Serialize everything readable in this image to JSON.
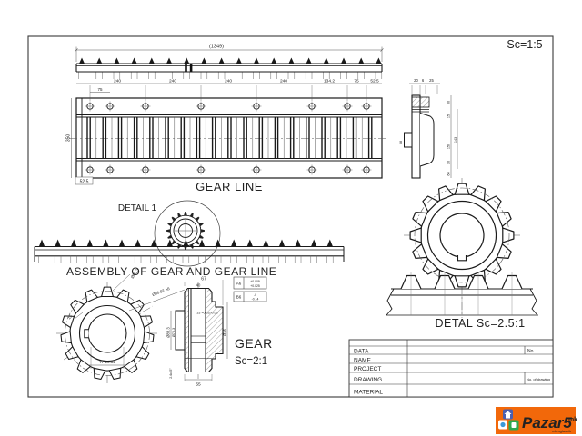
{
  "drawing": {
    "scale_main": "Sc=1:5",
    "labels": {
      "gear_line": "GEAR LINE",
      "detail1": "DETAIL 1",
      "assembly": "ASSEMBLY OF GEAR AND GEAR LINE",
      "gear": "GEAR",
      "gear_scale": "Sc=2:1",
      "detail_scale": "DETAL Sc=2.5:1"
    },
    "dims": {
      "rack_overall": "(1349)",
      "pitch1": "240",
      "pitch2": "240",
      "pitch3": "240",
      "pitch4": "240",
      "end_a": "134.2",
      "end_b": "75",
      "end_c": "52.5",
      "hole_pair": "75",
      "edge_box": "52.5",
      "rack_height": "350",
      "side_w1": "20",
      "side_w2": "6",
      "side_w3": "25",
      "side_h1": "60",
      "side_h2": "15",
      "side_h3": "150",
      "side_h4": "30",
      "side_h5": "60",
      "side_h6": "143",
      "side_tab": "58",
      "gear_od": "Ø88.3",
      "gear_fit": "Ø50.92 A6",
      "gear_teeth": "15",
      "gear_flat": "77 ±0.02",
      "sec_width": "67",
      "sec_hub": "40",
      "sec_key": "33 +0.02/-0.05",
      "sec_d1": "Ø88.3",
      "sec_d2": "Ø75.3",
      "sec_bore": "Ø36",
      "sec_hub2": "55",
      "sec_chamfer": "2.4x45°",
      "tol1_label": "A6",
      "tol1_v1": "+0.009",
      "tol1_v2": "+0.025",
      "tol2_label": "B6",
      "tol2_v1": "-0",
      "tol2_v2": "-0.14"
    }
  },
  "title_block": {
    "rows": [
      {
        "label": "DATA",
        "note": "No"
      },
      {
        "label": "NAME",
        "note": ""
      },
      {
        "label": "PROJECT",
        "note": ""
      },
      {
        "label": "DRAWING",
        "note": "No. of drawing"
      },
      {
        "label": "MATERIAL",
        "note": ""
      }
    ]
  },
  "watermark": {
    "brand": "Pazar5",
    "tld": ".mk",
    "tagline": "mk oglasnik"
  }
}
